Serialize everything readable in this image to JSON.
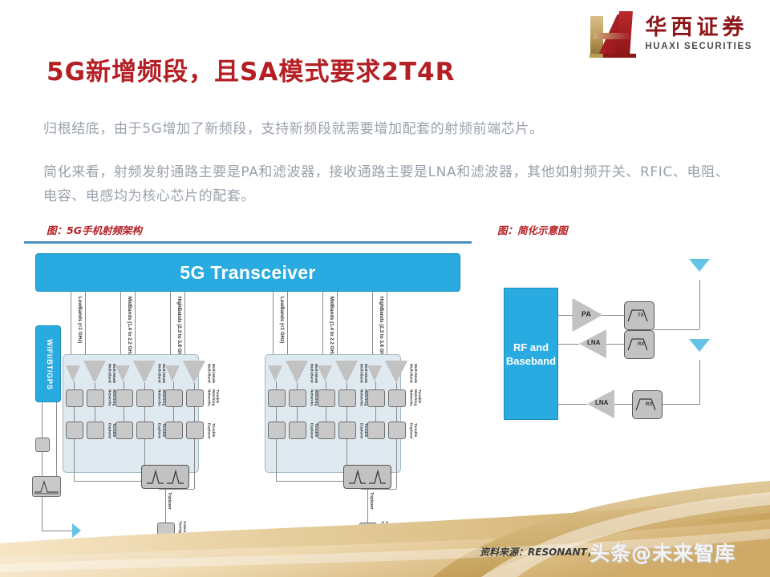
{
  "logo": {
    "cn": "华西证券",
    "en": "HUAXI SECURITIES",
    "mark": "huaxi-h-monogram",
    "colors": {
      "red": "#8e1519",
      "gold": "#b99a55"
    }
  },
  "slide": {
    "title": "5G新增频段，且SA模式要求2T4R",
    "title_color": "#b41f24",
    "body_color": "#9aa1ab",
    "paragraphs": [
      "归根结底，由于5G增加了新频段，支持新频段就需要增加配套的射频前端芯片。",
      "简化来看，射频发射通路主要是PA和滤波器，接收通路主要是LNA和滤波器，其他如射频开关、RFIC、电阻、电容、电感均为核心芯片的配套。"
    ],
    "source": "资料来源：RESONANT，",
    "watermark": "头条@未来智库"
  },
  "figures": {
    "left": {
      "caption": "图：5G手机射频架构",
      "transceiver": "5G Transceiver",
      "wifi_block": "WiFi/BT/GPS",
      "band_labels": [
        "LowBands (<1 GHz)",
        "MidBands (1.4 to 2.2 GHz)",
        "HighBands (2.3 to 3.8 GHz)",
        "LowBands (<1 GHz)",
        "MidBands (1.4 to 2.2 GHz)",
        "HighBands (2.3 to 3.8 GHz)"
      ],
      "stage_labels": {
        "amp": "Multi-Mode\nMulti-Band",
        "match": "Tunable\nMatching\nNetworks",
        "duplex": "Tunable\nDuplexer"
      },
      "triplexer_label": "Triplexer",
      "antenna_tuning_label": "Antenna\nTuning",
      "accent_color": "#29abe2",
      "panel_color": "#dfeaf0"
    },
    "right": {
      "caption": "图：简化示意图",
      "baseband": "RF and Baseband",
      "baseband_line1": "RF and",
      "baseband_line2": "Baseband",
      "blocks": [
        {
          "name": "PA",
          "filter": "TX"
        },
        {
          "name": "LNA",
          "filter": "RX"
        },
        {
          "name": "LNA",
          "filter": "RX"
        }
      ],
      "antenna_count": 2,
      "accent_color": "#29abe2",
      "antenna_color": "#63c4e8"
    }
  }
}
